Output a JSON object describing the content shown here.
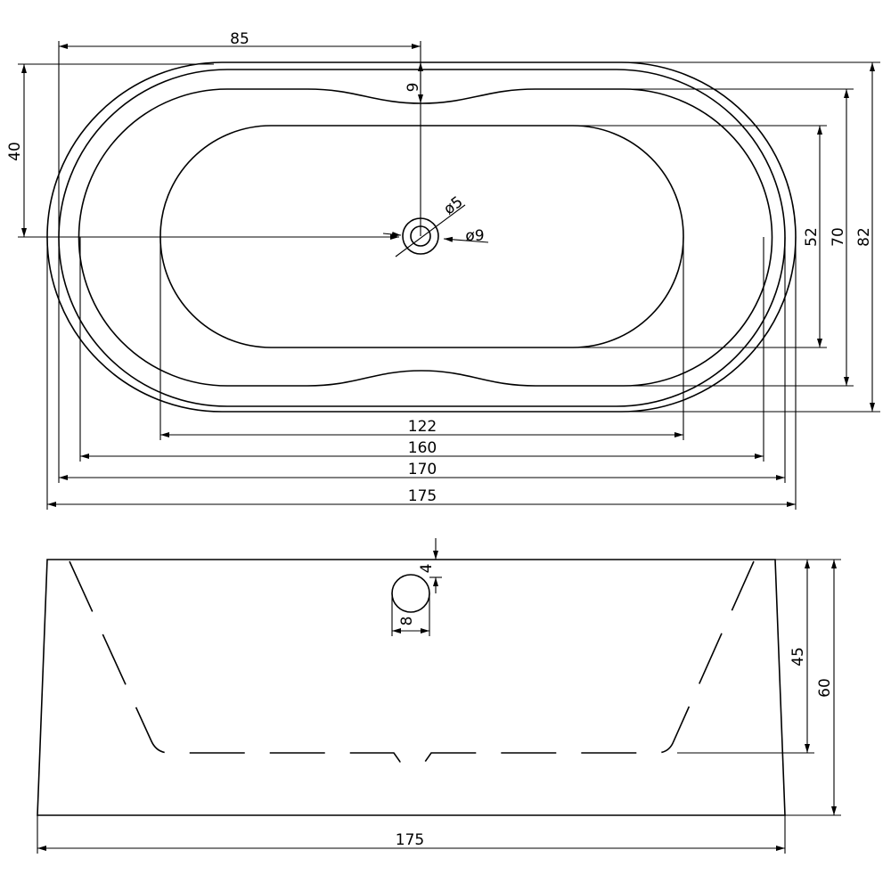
{
  "top_view": {
    "dimensions": {
      "drain_offset_x": "85",
      "drain_offset_y": "9",
      "center_height": "40",
      "drain_outer": "ø5",
      "drain_inner": "ø9",
      "inner_width": "52",
      "middle_width": "70",
      "outer_width": "82",
      "inner_length": "122",
      "middle_length": "160",
      "rim_length": "170",
      "total_length": "175"
    }
  },
  "side_view": {
    "dimensions": {
      "overflow_offset": "4",
      "overflow_diameter": "8",
      "inner_depth": "45",
      "total_height": "60",
      "total_length": "175"
    }
  }
}
